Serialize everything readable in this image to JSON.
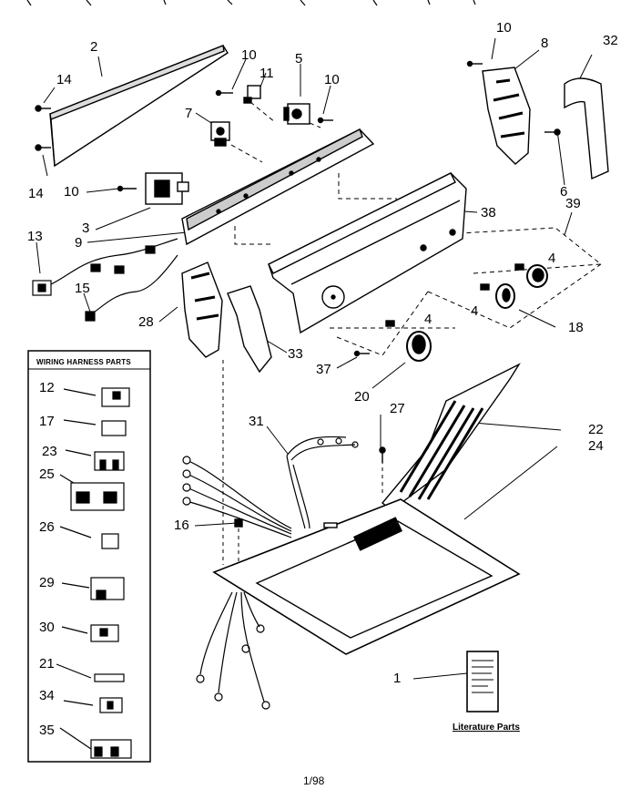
{
  "inset_title": "WIRING HARNESS PARTS",
  "literature_label": "Literature Parts",
  "footer_date": "1/98",
  "callouts": [
    "2",
    "14",
    "14",
    "10",
    "11",
    "5",
    "10",
    "7",
    "10",
    "3",
    "9",
    "13",
    "15",
    "28",
    "33",
    "38",
    "37",
    "4",
    "4",
    "4",
    "20",
    "18",
    "39",
    "6",
    "32",
    "8",
    "10",
    "27",
    "31",
    "16",
    "22",
    "24",
    "1",
    "12",
    "17",
    "23",
    "25",
    "26",
    "29",
    "30",
    "21",
    "34",
    "35"
  ]
}
